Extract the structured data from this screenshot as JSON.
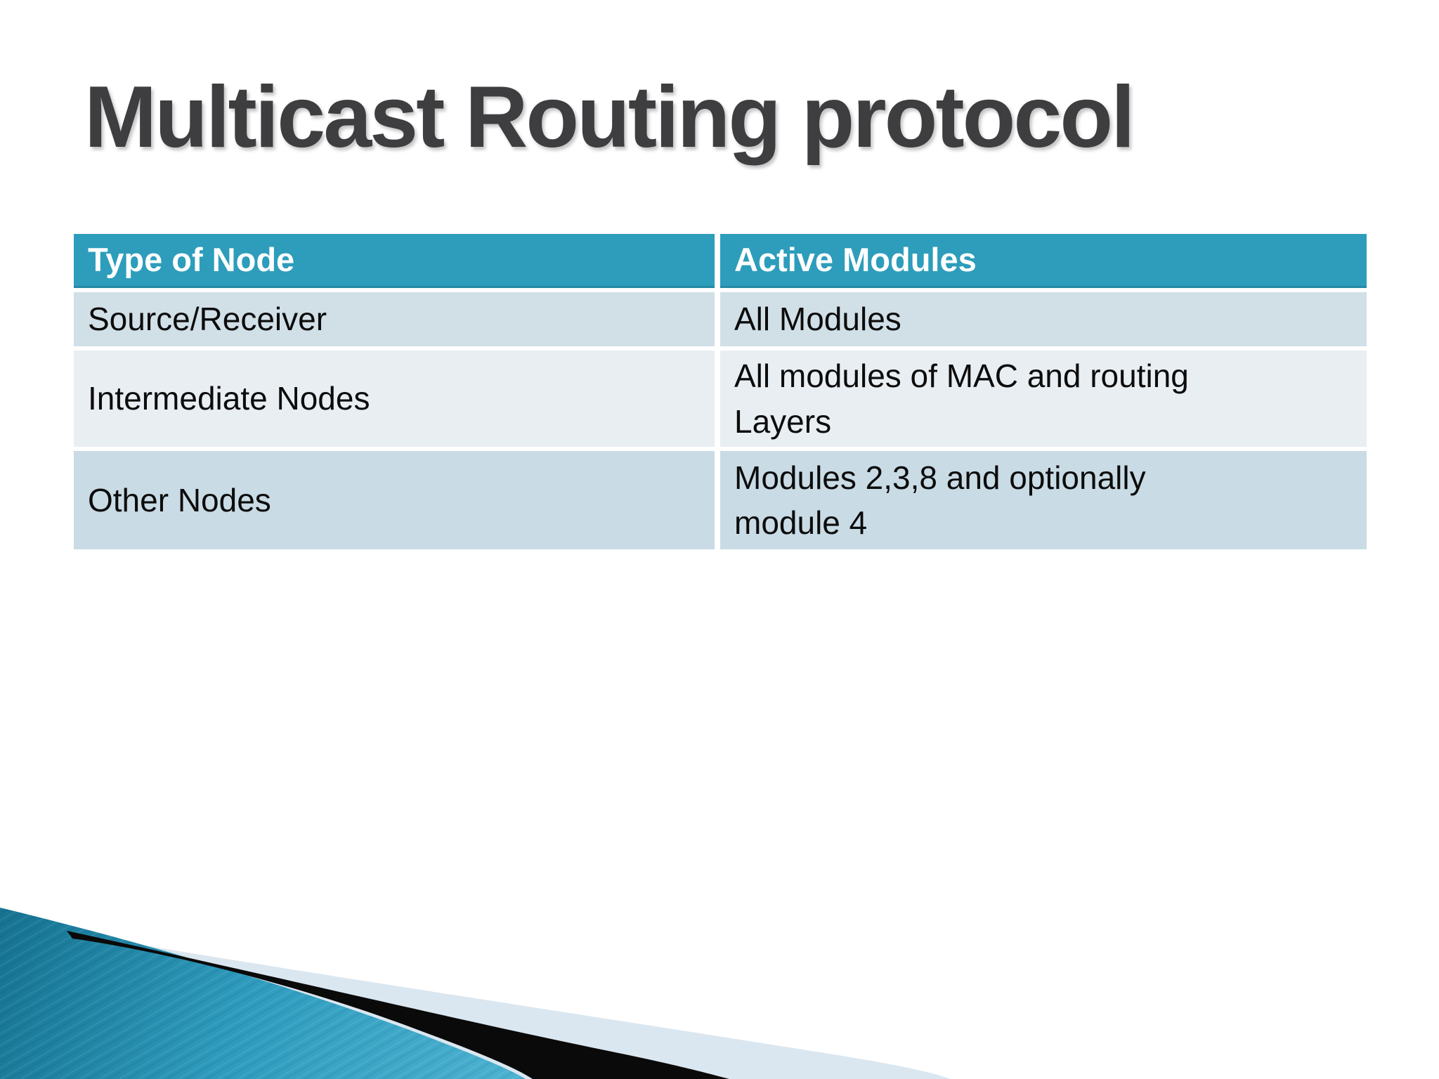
{
  "slide": {
    "title": "Multicast Routing protocol",
    "table": {
      "headers": [
        "Type of Node",
        "Active Modules"
      ],
      "rows": [
        {
          "type": "Source/Receiver",
          "modules": "All Modules"
        },
        {
          "type": "Intermediate Nodes",
          "modules": "All modules of MAC and routing\nLayers"
        },
        {
          "type": "Other Nodes",
          "modules": "Modules 2,3,8 and optionally\nmodule 4"
        }
      ]
    },
    "colors": {
      "title_color": "#3e3e40",
      "header_bg": "#2d9dbb",
      "row_odd1_bg": "#d1dfe7",
      "row_even_bg": "#e9eef3",
      "row_odd2_bg": "#c9dbe5",
      "swoosh_teal_dark": "#15718f",
      "swoosh_teal_mid": "#2f9cbe",
      "swoosh_teal_light": "#52b6d4",
      "swoosh_black": "#0a0a0a",
      "swoosh_pale": "#dbe7f0"
    }
  }
}
